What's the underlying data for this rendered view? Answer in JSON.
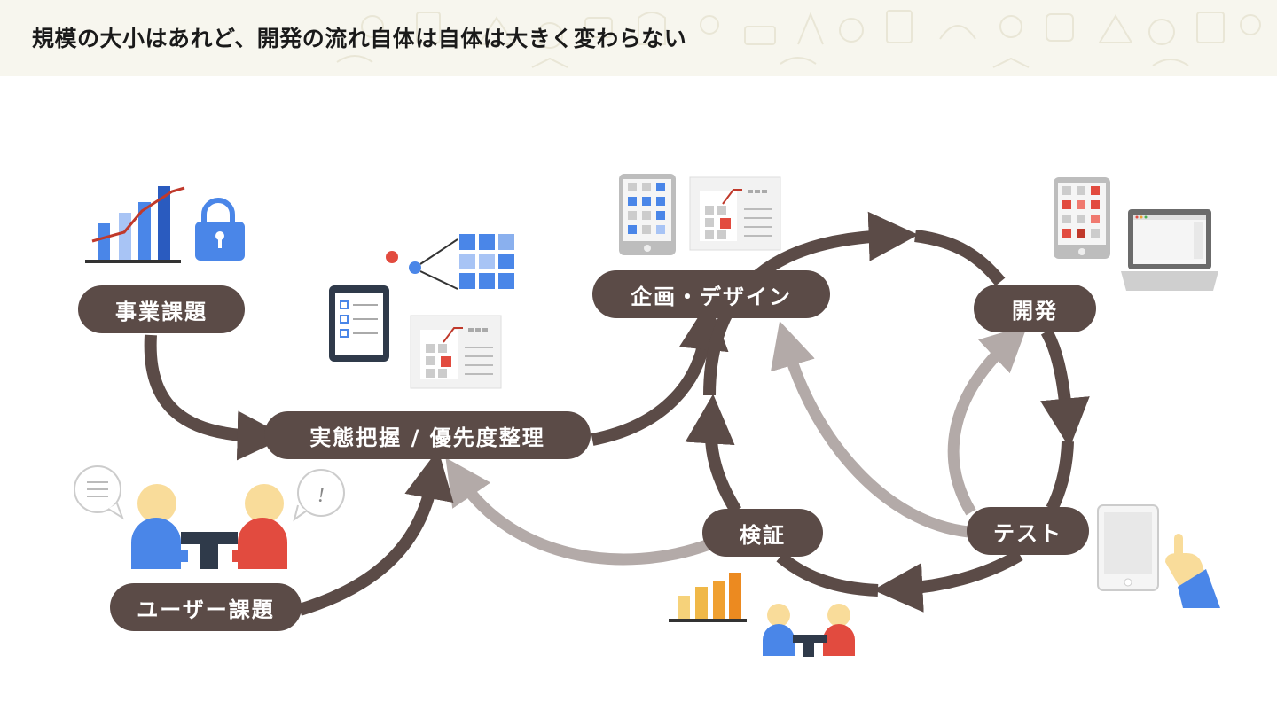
{
  "title": "規模の大小はあれど、開発の流れ自体は自体は大きく変わらない",
  "nodes": {
    "business_issue": "事業課題",
    "user_issue": "ユーザー課題",
    "analysis": "実態把握 / 優先度整理",
    "planning": "企画・デザイン",
    "development": "開発",
    "test": "テスト",
    "verification": "検証"
  },
  "speech_bubbles": {
    "right": "!"
  },
  "colors": {
    "pill": "#5b4b47",
    "arrow_dark": "#5b4b47",
    "arrow_light": "#b3aaa8",
    "blue": "#4a86e8",
    "red": "#e24b3f",
    "orange": "#f0a030",
    "skin": "#f9dc9a",
    "header_bg": "#f7f6ee"
  },
  "icons": [
    "bar-chart-icon",
    "padlock-icon",
    "tablet-checklist-icon",
    "network-grid-icon",
    "wireframe-doc-icon",
    "tablet-grid-icon",
    "laptop-icon",
    "person-blue-icon",
    "person-red-icon",
    "desk-icon",
    "orange-bar-chart-icon",
    "hand-pointing-icon"
  ]
}
